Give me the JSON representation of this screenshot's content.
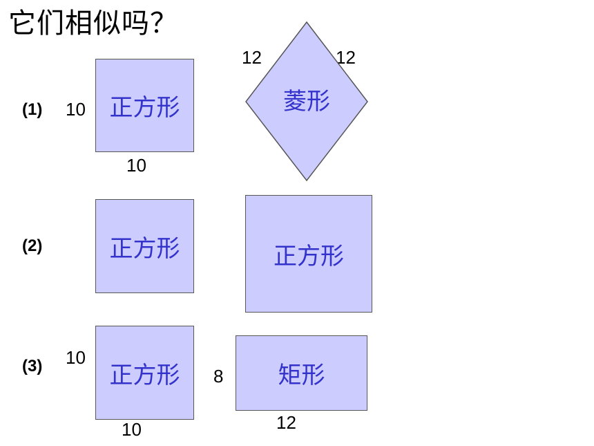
{
  "title": "它们相似吗？",
  "rows": [
    {
      "label": "(1)",
      "left": {
        "name": "正方形",
        "side_label": "10",
        "bottom_label": "10"
      },
      "right": {
        "name": "菱形",
        "top_left_label": "12",
        "top_right_label": "12"
      }
    },
    {
      "label": "(2)",
      "left": {
        "name": "正方形"
      },
      "right": {
        "name": "正方形"
      }
    },
    {
      "label": "(3)",
      "left": {
        "name": "正方形",
        "side_label": "10",
        "bottom_label": "10"
      },
      "right": {
        "name": "矩形",
        "side_label": "8",
        "bottom_label": "12"
      }
    }
  ],
  "colors": {
    "shape_fill": "#ccccff",
    "shape_stroke": "#555555",
    "shape_text": "#3333cc"
  }
}
